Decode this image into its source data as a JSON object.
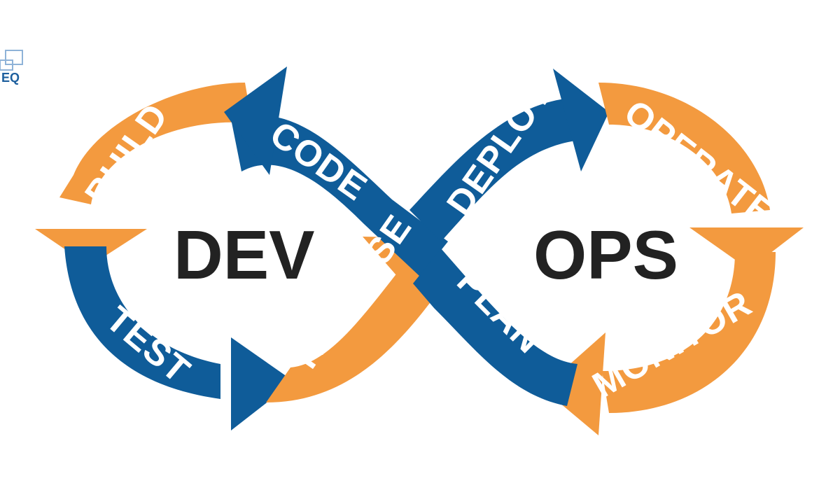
{
  "colors": {
    "blue": "#0f5c99",
    "orange": "#f39a3f",
    "text_dark": "#222222",
    "label_text": "#ffffff"
  },
  "logo": {
    "text": "EQ"
  },
  "center": {
    "left": "DEV",
    "right": "OPS"
  },
  "stages": {
    "code": "CODE",
    "build": "BUILD",
    "test": "TEST",
    "release": "RELEASE",
    "deploy": "DEPLOY",
    "operate": "OPERATE",
    "monitor": "MONITOR",
    "plan": "PLAN"
  }
}
